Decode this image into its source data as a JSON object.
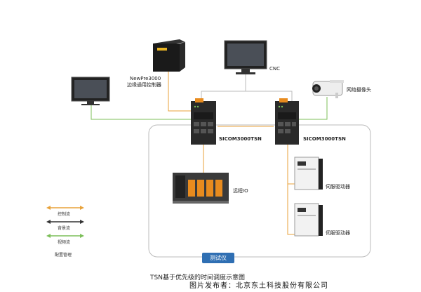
{
  "devices": {
    "controller_name": "NewPre3000",
    "controller_desc": "边缘通用控制器",
    "cnc": "CNC",
    "camera": "网络摄像头",
    "switch_left": "SICOM3000TSN",
    "switch_right": "SICOM3000TSN",
    "remote_io": "远程IO",
    "servo_1": "伺服驱动器",
    "servo_2": "伺服驱动器",
    "tester": "测试仪"
  },
  "legend": {
    "items": [
      {
        "label": "控制流",
        "color": "#e8a23a"
      },
      {
        "label": "背景流",
        "color": "#333333"
      },
      {
        "label": "视频流",
        "color": "#7dbf5a"
      }
    ],
    "extra": "配置管理"
  },
  "caption": "TSN基于优先级的时间调度示意图",
  "footer": "图片发布者：北京东土科技股份有限公司",
  "colors": {
    "control": "#e8a23a",
    "background": "#333333",
    "video": "#7dbf5a",
    "badge": "#2f6fb3",
    "brand_orange": "#e88b1e"
  }
}
